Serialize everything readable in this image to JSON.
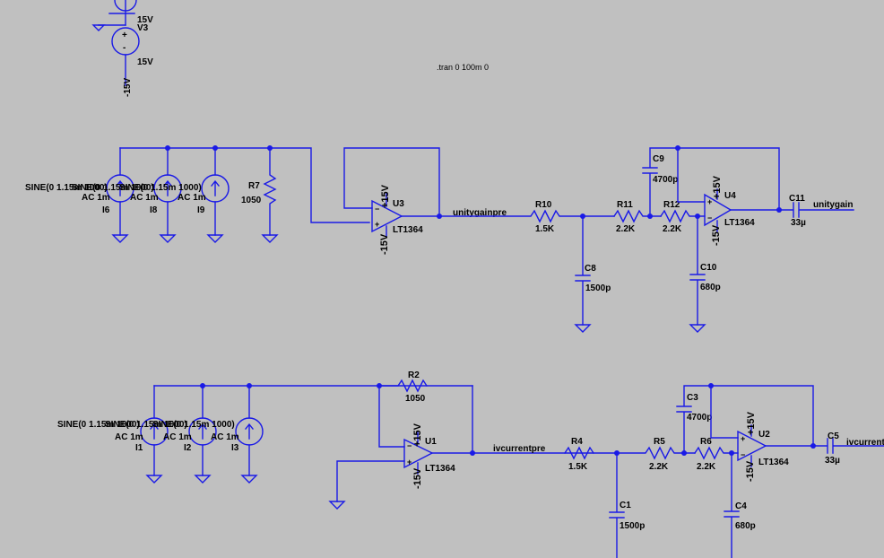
{
  "directive": ".tran 0 100m 0",
  "supply": {
    "v3_name": "V3",
    "v_top": "15V",
    "v_mid": "15V",
    "v_neg": "-15V"
  },
  "top": {
    "sources": [
      {
        "name": "I6",
        "line1": "SINE(0 1.15m 1000)",
        "line2": "AC 1m"
      },
      {
        "name": "I8",
        "line1": "SINE(0 1.15m 1000)",
        "line2": "AC 1m"
      },
      {
        "name": "I9",
        "line1": "SINE(0 1.15m 1000)",
        "line2": "AC 1m"
      }
    ],
    "r7": {
      "name": "R7",
      "value": "1050"
    },
    "u3": {
      "name": "U3",
      "part": "LT1364",
      "vpos": "+15V",
      "vneg": "-15V"
    },
    "net_pre": "unitygainpre",
    "r10": {
      "name": "R10",
      "value": "1.5K"
    },
    "r11": {
      "name": "R11",
      "value": "2.2K"
    },
    "r12": {
      "name": "R12",
      "value": "2.2K"
    },
    "c8": {
      "name": "C8",
      "value": "1500p"
    },
    "c9": {
      "name": "C9",
      "value": "4700p"
    },
    "c10": {
      "name": "C10",
      "value": "680p"
    },
    "u4": {
      "name": "U4",
      "part": "LT1364",
      "vpos": "+15V",
      "vneg": "-15V"
    },
    "c11": {
      "name": "C11",
      "value": "33µ"
    },
    "net_out": "unitygain"
  },
  "bottom": {
    "sources": [
      {
        "name": "I1",
        "line1": "SINE(0 1.15m 1000)",
        "line2": "AC 1m"
      },
      {
        "name": "I2",
        "line1": "SINE(0 1.15m 1000)",
        "line2": "AC 1m"
      },
      {
        "name": "I3",
        "line1": "SINE(0 1.15m 1000)",
        "line2": "AC 1m"
      }
    ],
    "r2": {
      "name": "R2",
      "value": "1050"
    },
    "u1": {
      "name": "U1",
      "part": "LT1364",
      "vpos": "+15V",
      "vneg": "-15V"
    },
    "net_pre": "ivcurrentpre",
    "r4": {
      "name": "R4",
      "value": "1.5K"
    },
    "r5": {
      "name": "R5",
      "value": "2.2K"
    },
    "r6": {
      "name": "R6",
      "value": "2.2K"
    },
    "c1": {
      "name": "C1",
      "value": "1500p"
    },
    "c3": {
      "name": "C3",
      "value": "4700p"
    },
    "c4": {
      "name": "C4",
      "value": "680p"
    },
    "u2": {
      "name": "U2",
      "part": "LT1364",
      "vpos": "+15V",
      "vneg": "-15V"
    },
    "c5": {
      "name": "C5",
      "value": "33µ"
    },
    "net_out": "ivcurrent"
  }
}
